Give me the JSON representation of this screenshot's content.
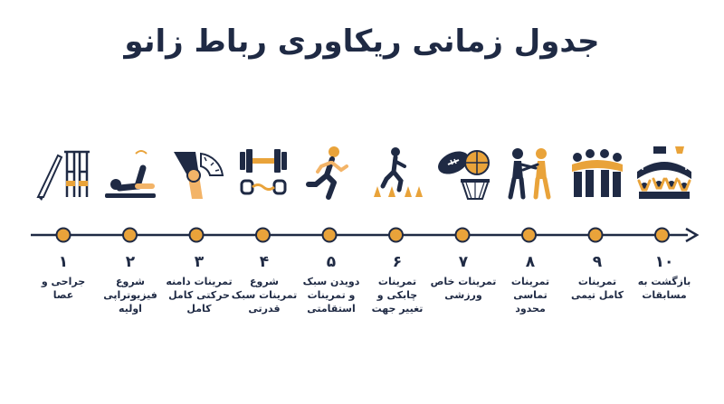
{
  "title": "جدول زمانی ریکاوری رباط زانو",
  "colors": {
    "navy": "#1f2a44",
    "accent": "#e9a33a",
    "skin": "#f3b468"
  },
  "steps": [
    {
      "number": "۱",
      "label": "جراحی و عصا",
      "icon": "scalpel-crutches-icon"
    },
    {
      "number": "۲",
      "label": "شروع\nفیزیوتراپی\nاولیه",
      "icon": "leg-raise-exercise-icon"
    },
    {
      "number": "۳",
      "label": "تمرینات دامنه\nحرکتی کامل\nکامل",
      "icon": "knee-range-of-motion-icon"
    },
    {
      "number": "۴",
      "label": "شروع\nتمرینات سبک\nقدرتی",
      "icon": "dumbbell-icon"
    },
    {
      "number": "۵",
      "label": "دویدن سبک\nو تمرینات\nاستقامتی",
      "icon": "runner-icon"
    },
    {
      "number": "۶",
      "label": "تمرینات\nچابکی و\nتغییر جهت",
      "icon": "agility-cones-icon"
    },
    {
      "number": "۷",
      "label": "تمرینات خاص\nورزشی",
      "icon": "sports-balls-icon"
    },
    {
      "number": "۸",
      "label": "تمرینات\nتماسی\nمحدود",
      "icon": "wrestling-contact-icon"
    },
    {
      "number": "۹",
      "label": "تمرینات\nکامل تیمی",
      "icon": "team-huddle-icon"
    },
    {
      "number": "۱۰",
      "label": "بازگشت به\nمسابقات",
      "icon": "stadium-crowd-icon"
    }
  ]
}
